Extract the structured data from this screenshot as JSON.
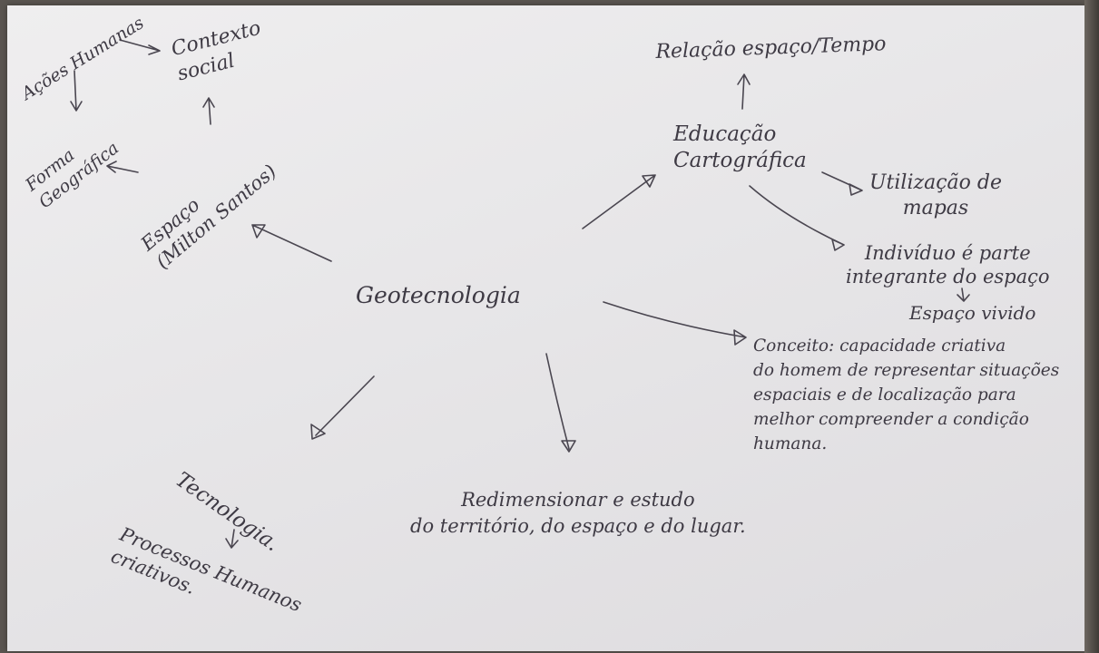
{
  "diagram": {
    "center": "Geotecnologia",
    "nodes": {
      "acoes_humanas": "Ações Humanas",
      "contexto_social": "Contexto\nsocial",
      "forma_geografica": "Forma\nGeográfica",
      "espaco_milton": "Espaço\n(Milton Santos)",
      "relacao_espaco_tempo": "Relação espaço/Tempo",
      "educacao_cartografica": "Educação\nCartográfica",
      "utilizacao_mapas": "Utilização de\nmapas",
      "individuo_parte": "Indivíduo é parte\nintegrante do espaço",
      "espaco_vivido": "Espaço vivido",
      "conceito": "Conceito: capacidade criativa\ndo homem de representar situações\nespaciais e de localização para\nmelhor compreender a condição\nhumana.",
      "redimensionar": "Redimensionar e estudo\ndo território, do espaço e do lugar.",
      "tecnologia": "Tecnologia.",
      "processos_humanos": "Processos Humanos\ncriativos."
    }
  }
}
